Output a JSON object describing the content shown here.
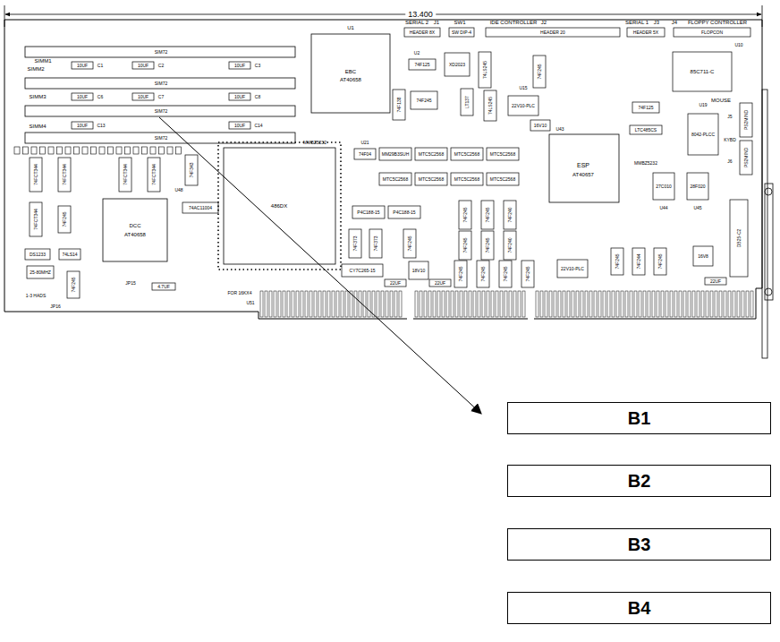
{
  "diagram": {
    "nodes": [
      {
        "text": [
          "B1"
        ]
      },
      {
        "text": [
          "B2"
        ]
      },
      {
        "text": [
          "B3"
        ]
      },
      {
        "text": [
          "B4"
        ]
      }
    ],
    "labels": [
      "13.400",
      "SIM72",
      "SIM72",
      "SIM72",
      "SIM72",
      "SIMM1",
      "SIMM2",
      "SIMM3",
      "SIMM4",
      "10UF",
      "C1",
      "10UF",
      "C2",
      "10UF",
      "C3",
      "10UF",
      "C6",
      "10UF",
      "C7",
      "10UF",
      "C8",
      "10UF",
      "C13",
      "10UF",
      "C14",
      "U1",
      "EBC",
      "AT40658",
      "SERIAL 2",
      "J1",
      "HEADER 8X",
      "SW1",
      "SW DIP-4",
      "IDE CONTROLLER",
      "J2",
      "HEADER 20",
      "SERIAL 1",
      "J3",
      "HEADER 5X",
      "J4",
      "FLOPPY CONTROLLER",
      "FLOPCON",
      "U10",
      "85C711-C",
      "MOUSE",
      "PS2MIND",
      "J5",
      "KYBD",
      "PS2MIND",
      "J6",
      "U19",
      "8042-PLCC",
      "27C010",
      "U44",
      "28F020",
      "U45",
      "DB25-C2",
      "U43",
      "ESP",
      "AT40657",
      "U15",
      "22V10-PLC",
      "16V10",
      "LTC485CS",
      "MMBZ5232",
      "74F125",
      "U2",
      "74F125",
      "XD2023",
      "74LS245",
      "74F245",
      "74F138",
      "74F245",
      "LT137",
      "74LS245",
      "MMBZ5232",
      "U21",
      "74F04",
      "MM29B3SUH",
      "MTC5C2568",
      "MTC5C2568",
      "MTC5C2568",
      "MTC5C2568",
      "MTC5C2568",
      "MTC5C2568",
      "MTC5C2568",
      "P4C188-15",
      "P4C188-15",
      "74F245",
      "74F245",
      "74F240",
      "74F245",
      "74F245",
      "74F240",
      "74F373",
      "74F373",
      "74F245",
      "CY7C265-15",
      "18V10",
      "74F245",
      "74F245",
      "74F245",
      "74F245",
      "22V10-PLC",
      "74F245",
      "74F244",
      "74F245",
      "16V8",
      "22UF",
      "22UF",
      "22UF",
      "486DX",
      "U51",
      "FOR 16KX4",
      "4.7UF",
      "JP15",
      "U48",
      "DCC",
      "AT40658",
      "74AC11004",
      "74F343",
      "74FCT344",
      "74FCT344",
      "74FCT344",
      "74FCT344",
      "74FCT344",
      "74F245",
      "DS1233",
      "74LS14",
      "25-80MHZ",
      "74F245",
      "1-3 HADS",
      "JP16"
    ]
  }
}
